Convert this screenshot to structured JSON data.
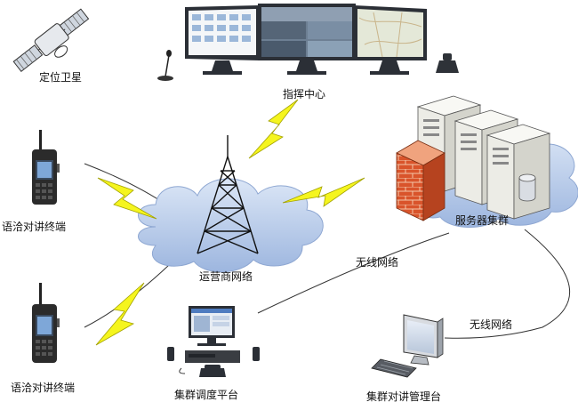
{
  "labels": {
    "satellite": "定位卫星",
    "command_center": "指挥中心",
    "radio_top": "语洽对讲终端",
    "radio_bottom": "语洽对讲终端",
    "operator_network": "运营商网络",
    "server_cluster": "服务器集群",
    "wireless_1": "无线网络",
    "wireless_2": "无线网络",
    "dispatch_platform": "集群调度平台",
    "management_platform": "集群对讲管理台"
  },
  "colors": {
    "lightning": "#f5f51e",
    "cloud": "#b9cbe7",
    "tower": "#111111",
    "brick": "#d9542b",
    "server": "#ecece6"
  }
}
